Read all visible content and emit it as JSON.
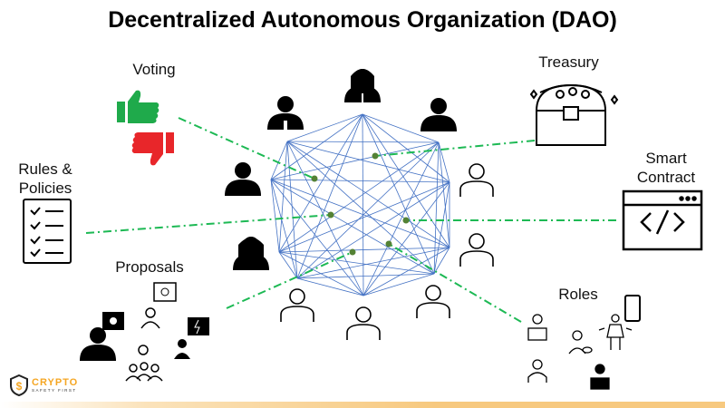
{
  "title": "Decentralized Autonomous Organization (DAO)",
  "labels": {
    "voting": "Voting",
    "treasury": "Treasury",
    "rules_line1": "Rules &",
    "rules_line2": "Policies",
    "smart_contract_line1": "Smart",
    "smart_contract_line2": "Contract",
    "proposals": "Proposals",
    "roles": "Roles"
  },
  "logo": {
    "line1": "CRYPTO",
    "line2": "SAFETY FIRST"
  },
  "colors": {
    "network": "#4472c4",
    "connector": "#1db954",
    "dot": "#548235",
    "thumb_up": "#1faa4b",
    "thumb_down": "#e8262a",
    "brand": "#f5a623"
  }
}
